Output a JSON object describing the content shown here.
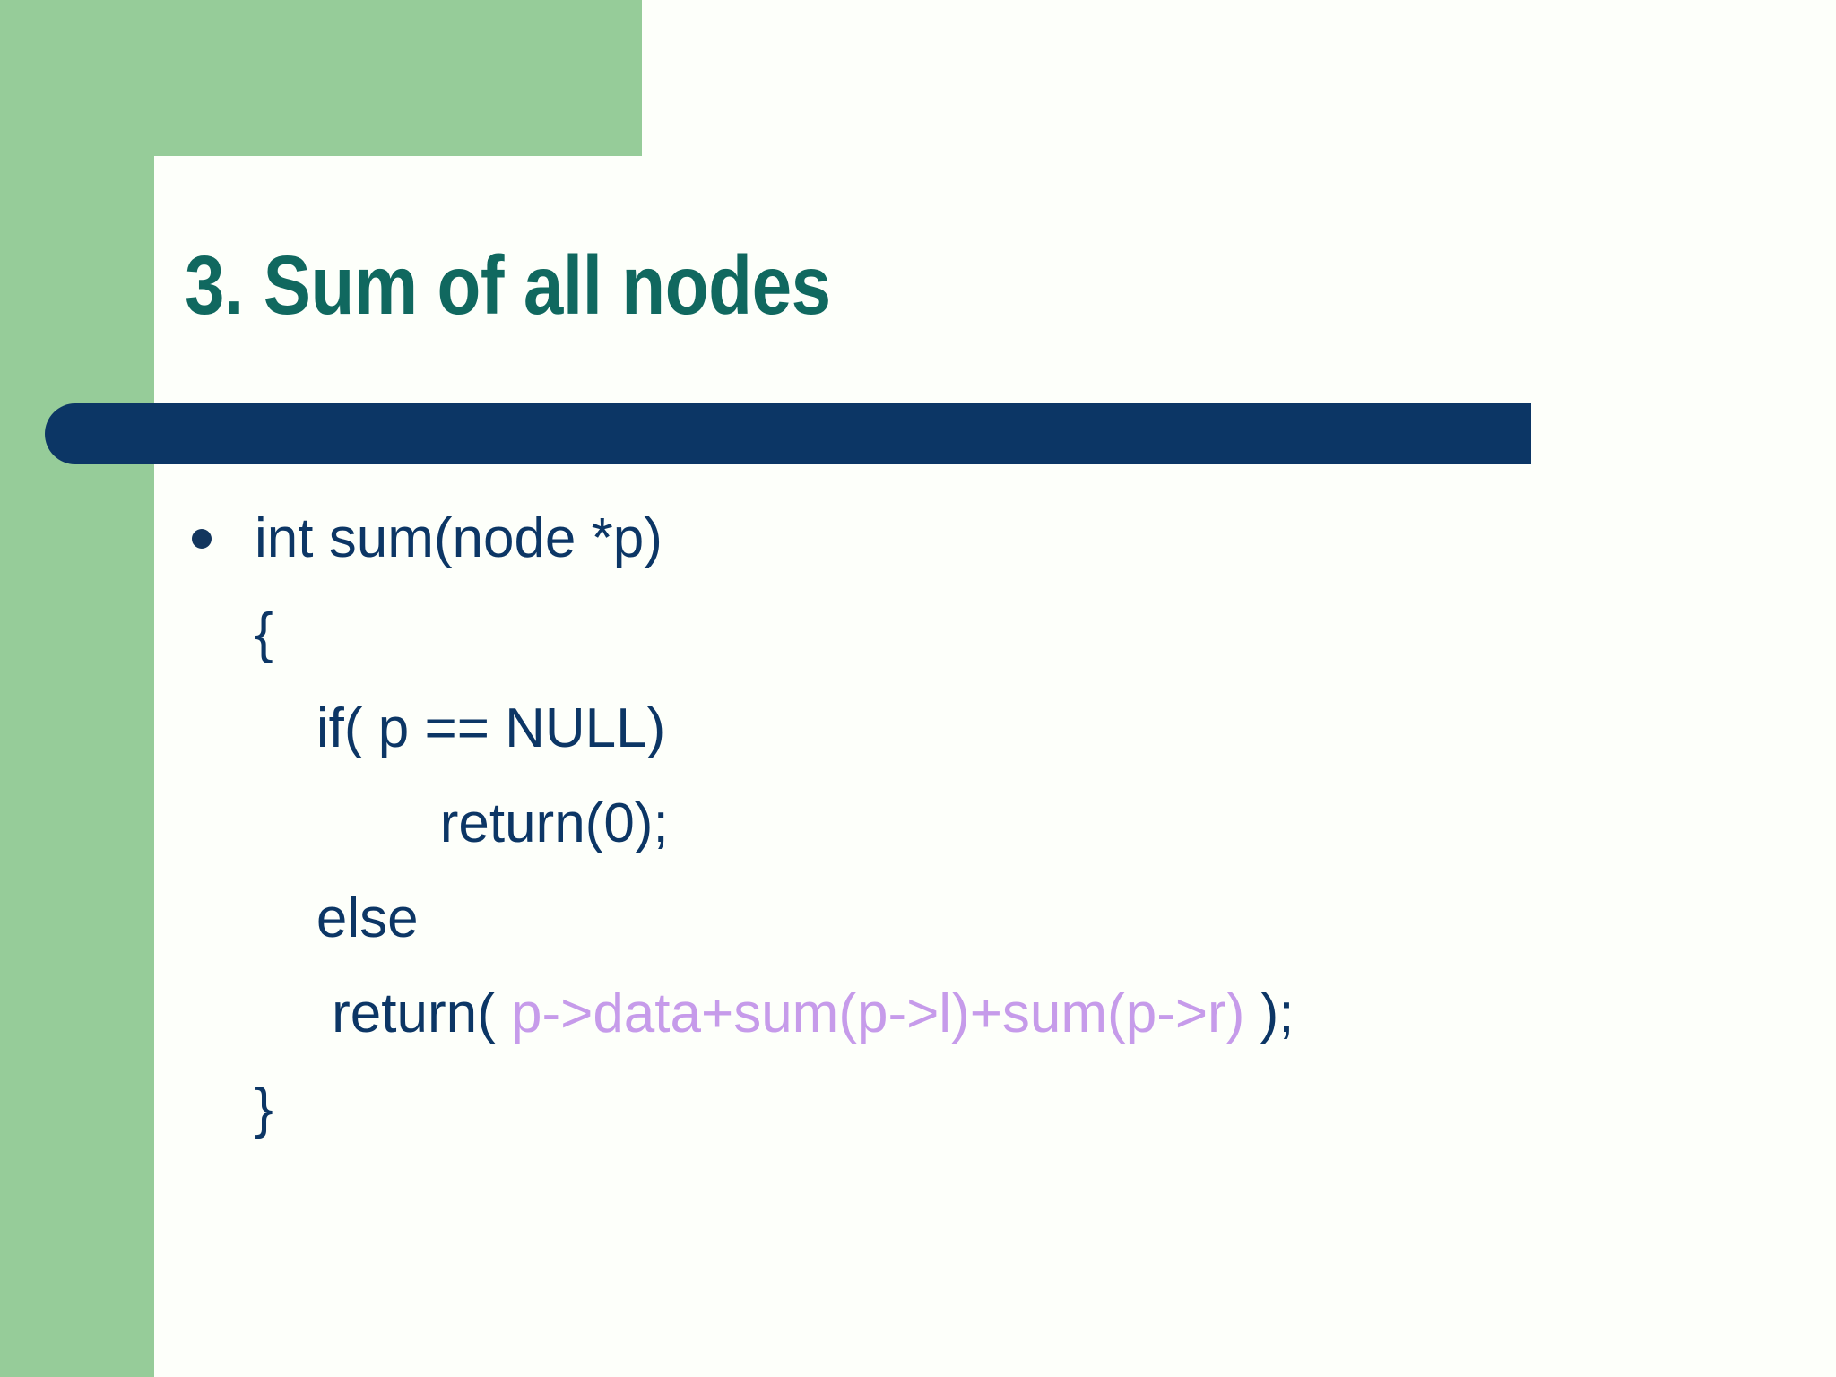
{
  "slide": {
    "title": "3. Sum of all nodes",
    "colors": {
      "accent_green": "#96cc99",
      "title_teal": "#10685f",
      "bar_navy": "#0c3665",
      "code_navy": "#0c3665",
      "expression_purple": "#c69bea",
      "background": "#fdfffa"
    },
    "bullet_icon": "bullet-dot-icon",
    "code": {
      "lines": [
        {
          "indent": "",
          "text": "int sum(node *p)",
          "bulleted": true
        },
        {
          "indent": "",
          "text": "{",
          "bulleted": false
        },
        {
          "indent": "    ",
          "text": "if( p == NULL)",
          "bulleted": false
        },
        {
          "indent": "            ",
          "text": "return(0);",
          "bulleted": false
        },
        {
          "indent": "    ",
          "text": "else",
          "bulleted": false
        },
        {
          "indent": "     ",
          "text": "return( ",
          "accent": "p->data+sum(p->l)+sum(p->r)",
          "tail": " );",
          "bulleted": false
        },
        {
          "indent": "",
          "text": "}",
          "bulleted": false
        }
      ],
      "full_source": "int sum(node *p)\n{\n    if( p == NULL)\n            return(0);\n    else\n     return( p->data+sum(p->l)+sum(p->r) );\n}"
    }
  }
}
